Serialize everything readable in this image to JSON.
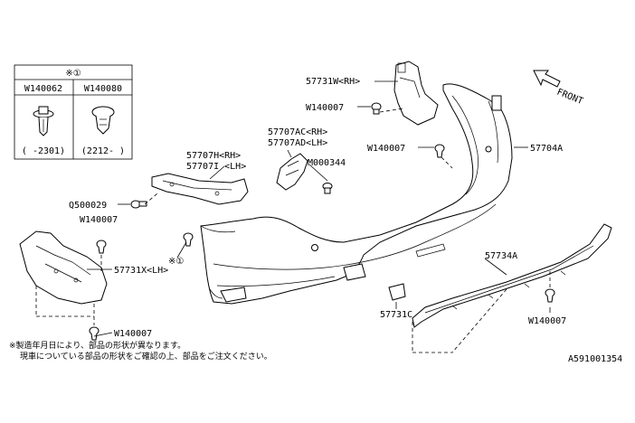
{
  "diagram": {
    "front_label": "FRONT",
    "legend": {
      "header": "※①",
      "columns": [
        {
          "code": "W140062",
          "range": "( -2301)"
        },
        {
          "code": "W140080",
          "range": "(2212- )"
        }
      ]
    },
    "labels": {
      "p57731w": "57731W<RH>",
      "w140007_top": "W140007",
      "p57707ac": "57707AC<RH>",
      "p57707ad": "57707AD<LH>",
      "w140007_mid": "W140007",
      "p57704a": "57704A",
      "p57707h": "57707H<RH>",
      "p57707i": "57707I <LH>",
      "m000344": "M000344",
      "q500029": "Q500029",
      "w140007_left": "W140007",
      "ref1": "※①",
      "p57731x": "57731X<LH>",
      "w140007_bottom": "W140007",
      "p57734a": "57734A",
      "p57731c": "57731C",
      "w140007_right": "W140007"
    },
    "notes": [
      "※製造年月日により、部品の形状が異なります。",
      "現車についている部品の形状をご確認の上、部品をご注文ください。"
    ],
    "diagram_id": "A591001354"
  }
}
